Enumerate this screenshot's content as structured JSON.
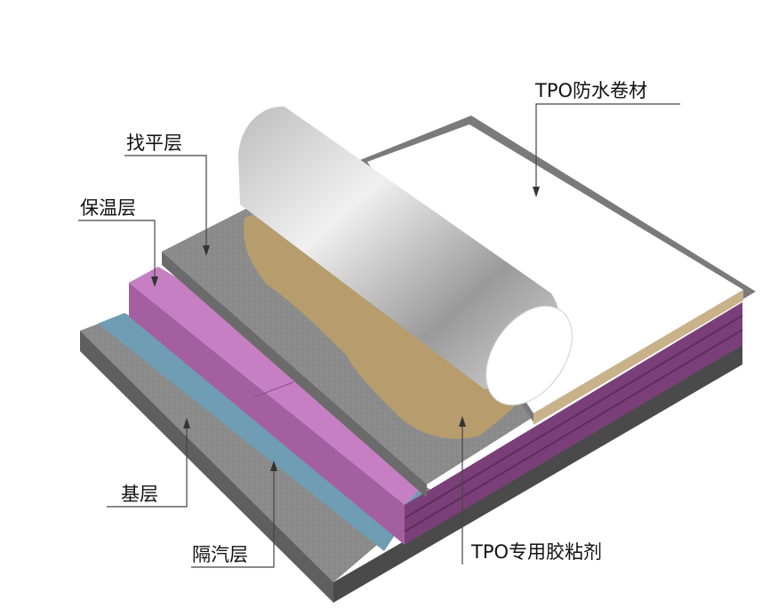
{
  "labels": {
    "tpo_membrane": "TPO防水卷材",
    "leveling_layer": "找平层",
    "insulation_layer": "保温层",
    "base_layer": "基层",
    "vapor_barrier": "隔汽层",
    "tpo_adhesive": "TPO专用胶粘剂"
  },
  "colors": {
    "concrete": "#8a8a8a",
    "vapor_barrier": "#6f9db4",
    "insulation": "#c77fc3",
    "insulation_side": "#8e4f8d",
    "adhesive": "#b79c6e",
    "membrane": "#ffffff",
    "frame": "#808080"
  }
}
